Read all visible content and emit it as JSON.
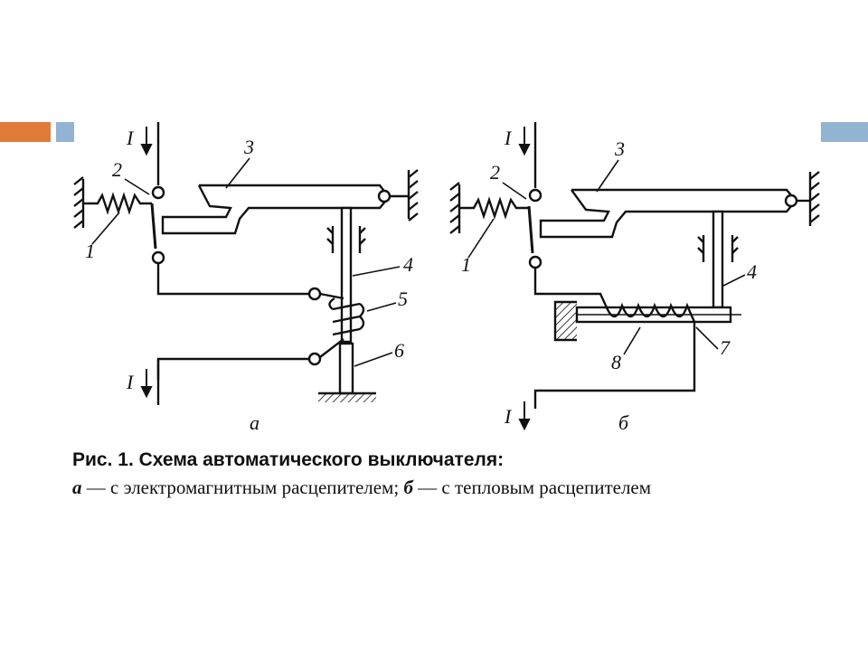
{
  "slide": {
    "accent_colors": {
      "orange": "#e07b39",
      "blue": "#93b3d2"
    }
  },
  "diagram_a": {
    "current_label_top": "I",
    "current_label_bottom": "I",
    "part_labels": [
      "1",
      "2",
      "3",
      "4",
      "5",
      "6"
    ],
    "sublabel": "а"
  },
  "diagram_b": {
    "current_label_top": "I",
    "current_label_bottom": "I",
    "part_labels": [
      "1",
      "2",
      "3",
      "4",
      "7",
      "8"
    ],
    "sublabel": "б"
  },
  "caption": {
    "title": "Рис. 1. Схема автоматического выключателя:",
    "a_marker": "а",
    "a_text": " — с электромагнитным расцепителем; ",
    "b_marker": "б",
    "b_text": " — с тепловым расцепителем"
  }
}
